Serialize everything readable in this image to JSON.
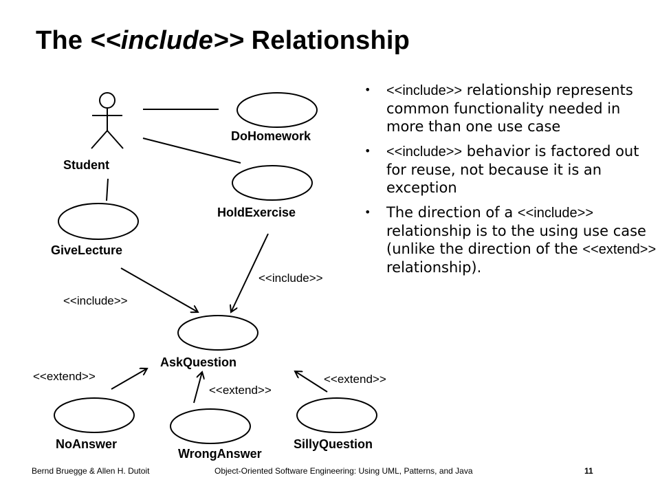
{
  "slide": {
    "title_prefix": "The ",
    "title_stereotype": "<<include>>",
    "title_suffix": " Relationship"
  },
  "diagram": {
    "actor": {
      "name": "Student"
    },
    "use_cases": {
      "do_homework": "DoHomework",
      "hold_exercise": "HoldExercise",
      "give_lecture": "GiveLecture",
      "ask_question": "AskQuestion",
      "no_answer": "NoAnswer",
      "wrong_answer": "WrongAnswer",
      "silly_question": "SillyQuestion"
    },
    "stereotypes": {
      "include_left": "<<include>>",
      "include_right": "<<include>>",
      "extend_left": "<<extend>>",
      "extend_middle": "<<extend>>",
      "extend_right": "<<extend>>"
    }
  },
  "bullets": [
    {
      "tag": "<<include>>",
      "text": " relationship represents common functionality needed in more than one use case"
    },
    {
      "tag": "<<include>>",
      "text": " behavior is factored out for reuse, not because it is an exception"
    },
    {
      "pre": "The direction of a ",
      "tag": "<<include>>",
      "text": " relationship is to the using use case (unlike  the direction of the ",
      "tag2": "<<extend>>",
      "post": " relationship)."
    }
  ],
  "footer": {
    "authors": "Bernd Bruegge & Allen H. Dutoit",
    "book": "Object-Oriented Software Engineering: Using UML, Patterns, and Java",
    "page": "11"
  }
}
